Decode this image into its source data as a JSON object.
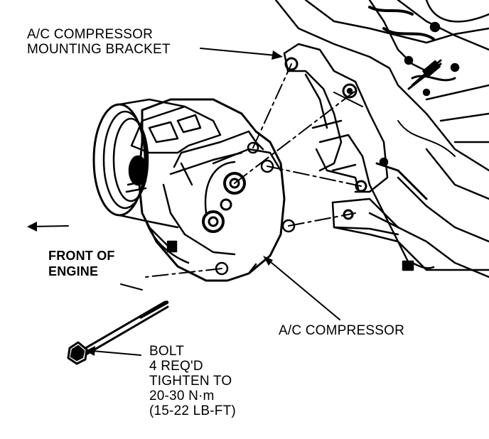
{
  "labels": {
    "bracket": [
      "A/C COMPRESSOR",
      "MOUNTING BRACKET"
    ],
    "front": [
      "FRONT OF",
      "ENGINE"
    ],
    "compressor": "A/C COMPRESSOR",
    "bolt": [
      "BOLT",
      "4 REQ'D",
      "TIGHTEN TO",
      "20-30 N·m",
      "(15-22 LB-FT)"
    ]
  },
  "colors": {
    "ink": "#000000",
    "paper": "#ffffff"
  }
}
